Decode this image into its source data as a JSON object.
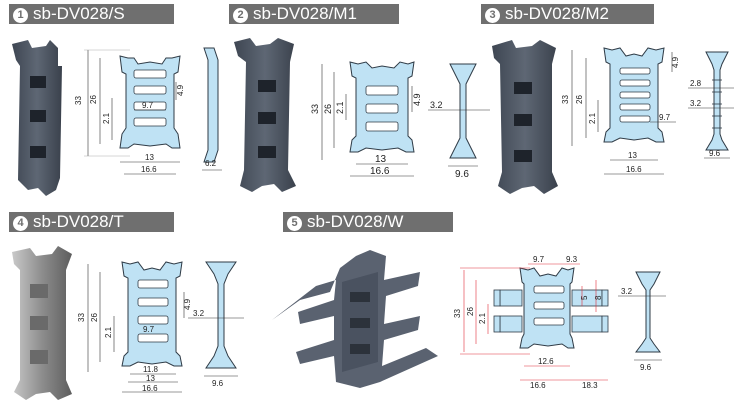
{
  "sections": [
    {
      "num": "1",
      "glyph": "❶",
      "title": "sb-DV028/S"
    },
    {
      "num": "2",
      "glyph": "❷",
      "title": "sb-DV028/M1"
    },
    {
      "num": "3",
      "glyph": "❸",
      "title": "sb-DV028/M2"
    },
    {
      "num": "4",
      "glyph": "❹",
      "title": "sb-DV028/T"
    },
    {
      "num": "5",
      "glyph": "❺",
      "title": "sb-DV028/W"
    }
  ],
  "dims": {
    "s": {
      "h_total": "33",
      "h_inner": "26",
      "h_low": "2.1",
      "w_slot": "9.7",
      "h_slot": "4.9",
      "w_in": "13",
      "w_out": "16.6",
      "side": "6.2"
    },
    "m1": {
      "h_total": "33",
      "h_inner": "26",
      "h_low": "2.1",
      "h_slot": "4.9",
      "w_in": "13",
      "w_out": "16.6",
      "side_t": "3.2",
      "side_w": "9.6"
    },
    "m2": {
      "h_total": "33",
      "h_inner": "26",
      "h_low": "2.1",
      "w_slot": "9.7",
      "h_top": "4.9",
      "w_in": "13",
      "w_out": "16.6",
      "side_a": "2.8",
      "side_b": "3.2",
      "side_w": "9.6"
    },
    "t": {
      "h_total": "33",
      "h_inner": "26",
      "h_low": "2.1",
      "w_slot": "9.7",
      "h_slot": "4.9",
      "w_a": "11.8",
      "w_in": "13",
      "w_out": "16.6",
      "side_t": "3.2",
      "side_w": "9.6"
    },
    "w": {
      "top_a": "9.7",
      "top_b": "9.3",
      "h_total": "33",
      "h_inner": "26",
      "h_low": "2.1",
      "r_a": "5",
      "r_b": "8",
      "w_in": "12.6",
      "w_out": "16.6",
      "w_ext": "18.3",
      "side_t": "3.2",
      "side_w": "9.6"
    }
  }
}
